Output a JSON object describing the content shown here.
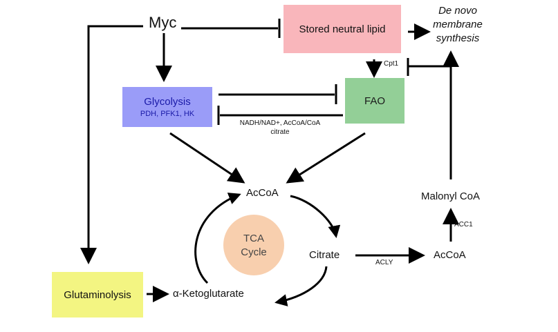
{
  "nodes": {
    "myc": "Myc",
    "stored_lipid": "Stored neutral lipid",
    "de_novo": [
      "De novo",
      "membrane",
      "synthesis"
    ],
    "glycolysis": {
      "title": "Glycolysis",
      "enzymes": "PDH, PFK1, HK"
    },
    "fao": "FAO",
    "acetyl_coa_top": "AcCoA",
    "tca": [
      "TCA",
      "Cycle"
    ],
    "citrate": "Citrate",
    "acetyl_coa_right": "AcCoA",
    "malonyl_coa": "Malonyl CoA",
    "glutaminolysis": "Glutaminolysis",
    "aketoglutarate": "α-Ketoglutarate"
  },
  "edge_labels": {
    "cpt1": "Cpt1",
    "nadh": "NADH/NAD+, AcCoA/CoA",
    "citrate_inhibitor": "citrate",
    "acly": "ACLY",
    "acc1": "ACC1"
  },
  "colors": {
    "stored_lipid_fill": "#f9b6bb",
    "glycolysis_fill": "#9a9cf8",
    "glycolysis_text": "#1a1aa8",
    "fao_fill": "#93cf97",
    "tca_fill": "#f8cfae",
    "glutaminolysis_fill": "#f3f582",
    "line": "#000000"
  }
}
